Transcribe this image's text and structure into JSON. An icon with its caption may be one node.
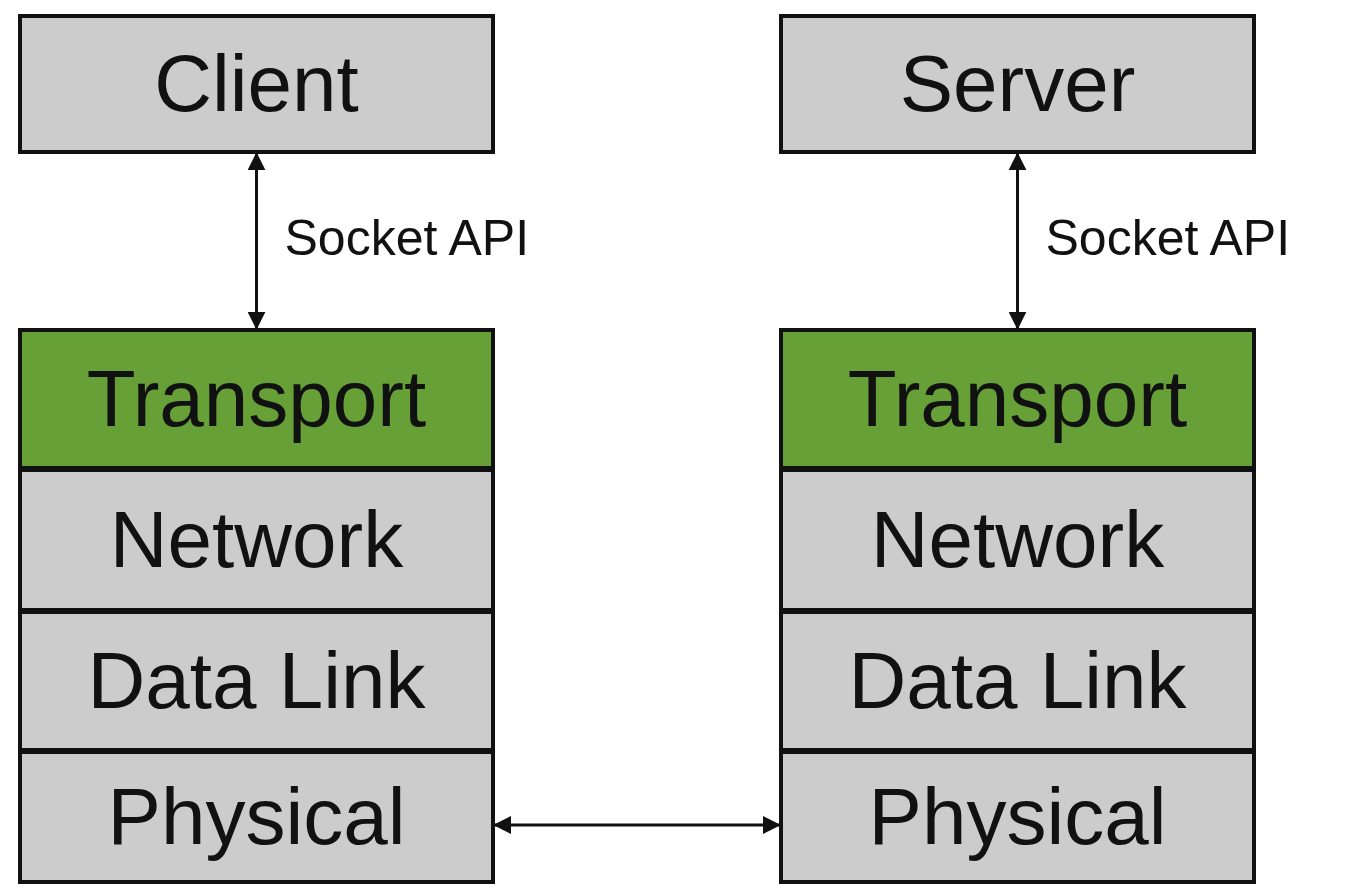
{
  "diagram": {
    "nodes": [
      {
        "text": [
          "Client"
        ]
      },
      {
        "text": [
          "Server"
        ]
      },
      {
        "text": [
          "Transport"
        ]
      },
      {
        "text": [
          "Transport"
        ]
      },
      {
        "text": [
          "Network"
        ]
      },
      {
        "text": [
          "Network"
        ]
      },
      {
        "text": [
          "Data Link"
        ]
      },
      {
        "text": [
          "Data Link"
        ]
      },
      {
        "text": [
          "Physical"
        ]
      },
      {
        "text": [
          "Physical"
        ]
      }
    ],
    "edges": [
      {
        "from": 0,
        "to": 2,
        "arrow": "both",
        "label": "Socket API"
      },
      {
        "from": 1,
        "to": 3,
        "arrow": "both",
        "label": "Socket API"
      },
      {
        "from": 8,
        "to": 9,
        "arrow": "both"
      }
    ]
  }
}
